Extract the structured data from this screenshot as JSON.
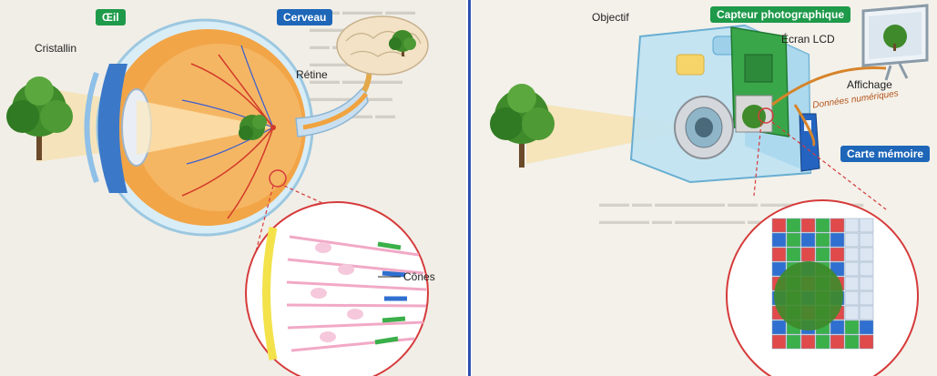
{
  "left": {
    "tag_eye": "Œil",
    "tag_brain": "Cerveau",
    "label_lens": "Cristallin",
    "label_retina": "Rétine",
    "label_cones": "Cônes"
  },
  "right": {
    "label_lens": "Objectif",
    "tag_sensor": "Capteur photographique",
    "label_screen": "Écran LCD",
    "label_display": "Affichage",
    "label_digital_data": "Données numériques",
    "tag_memory_card": "Carte mémoire"
  },
  "colors": {
    "tag_green": "#1e9a4a",
    "tag_blue": "#1d66b8",
    "tree_green": "#3f8a2a",
    "eye_orange": "#f0a03c",
    "zoom_red": "#d63a3a"
  }
}
